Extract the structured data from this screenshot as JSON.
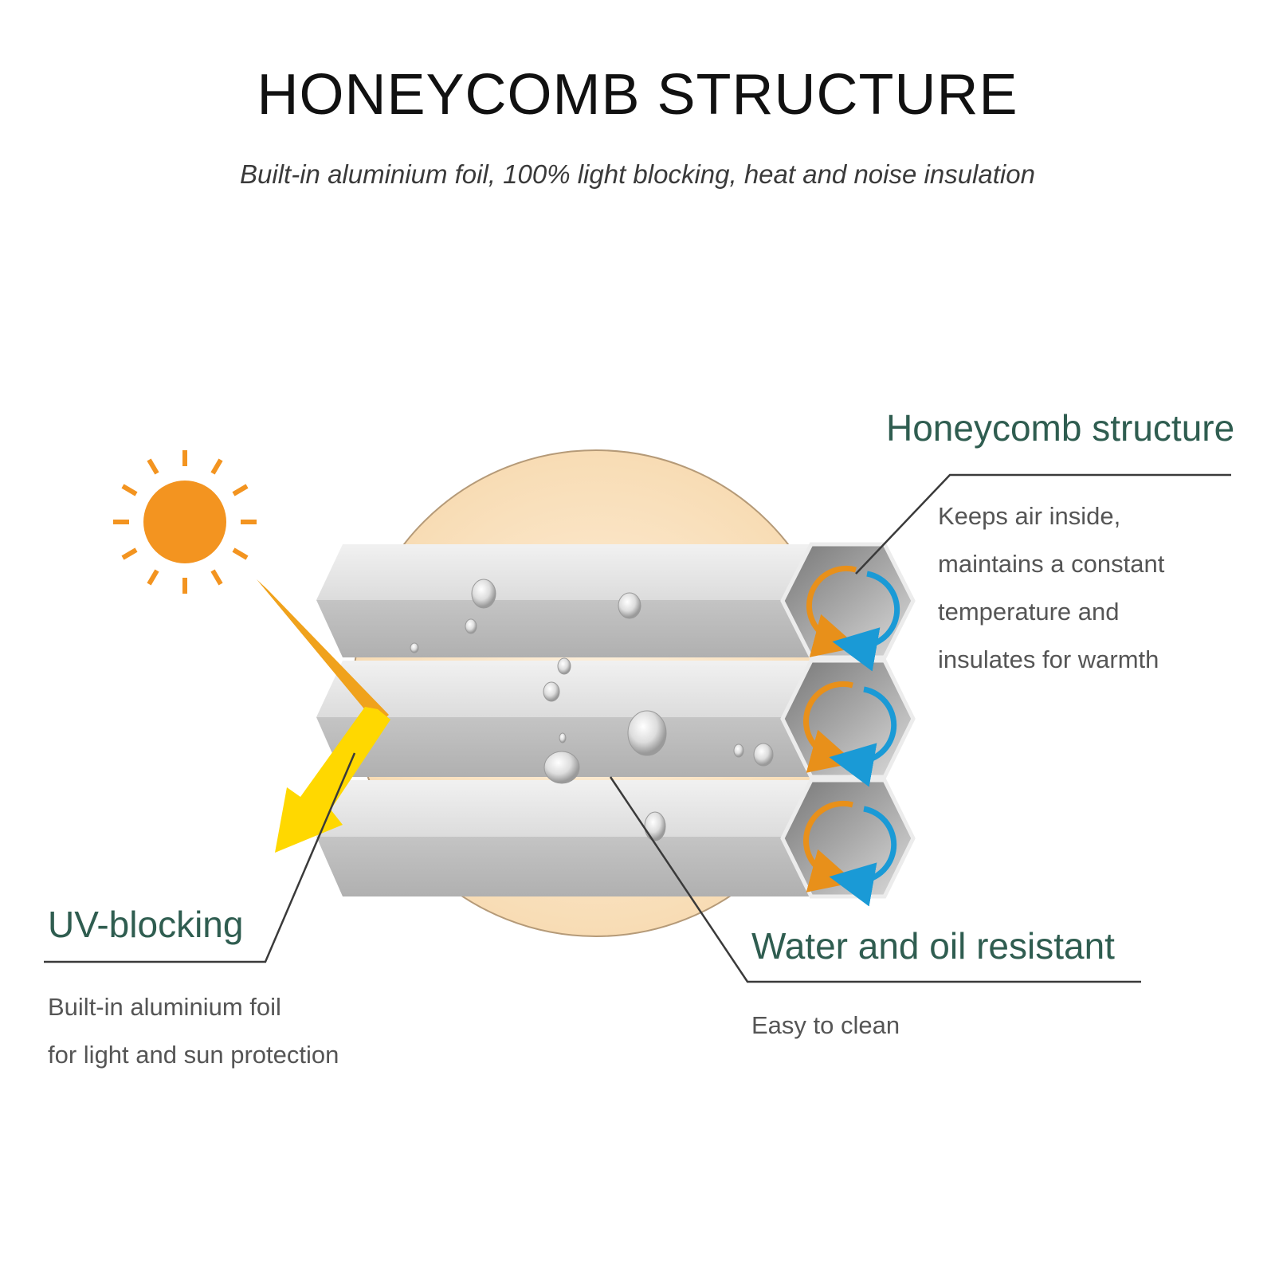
{
  "header": {
    "title": "HONEYCOMB STRUCTURE",
    "subtitle": "Built-in aluminium foil, 100% light blocking, heat and noise insulation"
  },
  "callouts": {
    "honeycomb": {
      "heading": "Honeycomb structure",
      "lines": [
        "Keeps air inside,",
        "maintains a constant",
        "temperature and",
        "insulates for warmth"
      ]
    },
    "uv": {
      "heading": "UV-blocking",
      "lines": [
        "Built-in aluminium foil",
        "for light and sun protection"
      ]
    },
    "water": {
      "heading": "Water and oil resistant",
      "lines": [
        "Easy to clean"
      ]
    }
  },
  "colors": {
    "heading": "#2f5d50",
    "sun": "#f39420",
    "uv_arrow_in": "#f0a21c",
    "uv_arrow_out": "#ffd800",
    "air_warm": "#e8901a",
    "air_cool": "#1a9ad6",
    "backdrop": "#fbe8cf"
  },
  "icons": [
    "sun-icon",
    "uv-arrow-icon",
    "air-circulation-icon",
    "water-droplet-icon"
  ]
}
